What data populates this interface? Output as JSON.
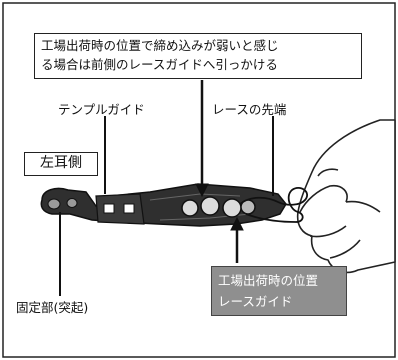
{
  "callouts": {
    "weak_tightening_line1": "工場出荷時の位置で締め込みが弱いと感じ",
    "weak_tightening_line2": "る場合は前側のレースガイドへ引っかける",
    "factory_position_line1": "工場出荷時の位置",
    "factory_position_line2": "レースガイド"
  },
  "labels": {
    "temple_guide": "テンプルガイド",
    "lace_tip": "レースの先端",
    "left_ear_side": "左耳側",
    "fixing_part": "固定部(突起)"
  }
}
